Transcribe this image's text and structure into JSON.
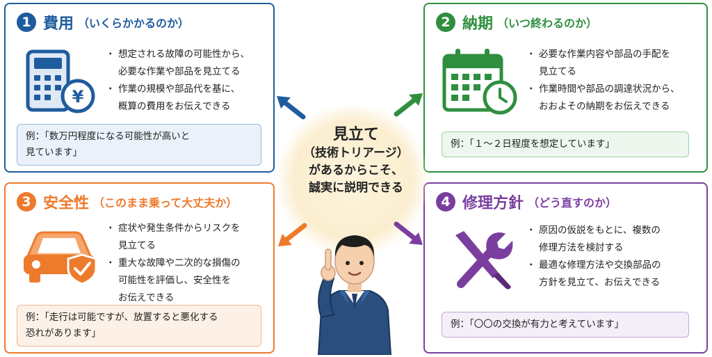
{
  "colors": {
    "card1": "#1f5c9e",
    "card2": "#2f8f3f",
    "card3": "#ee7a2c",
    "card4": "#7a3f9e"
  },
  "center": {
    "title": "見立て",
    "line2": "（技術トリアージ）",
    "line3": "があるからこそ、",
    "line4": "誠実に説明できる"
  },
  "cards": [
    {
      "number": "1",
      "title": "費用",
      "subtitle": "（いくらかかるのか）",
      "icon": "calculator-yen-icon",
      "bullets": [
        [
          "想定される故障の可能性から、",
          "必要な作業や部品を見立てる"
        ],
        [
          "作業の規模や部品代を基に、",
          "概算の費用をお伝えできる"
        ]
      ],
      "example": [
        "例：「数万円程度になる可能性が高いと",
        "見ています」"
      ]
    },
    {
      "number": "2",
      "title": "納期",
      "subtitle": "（いつ終わるのか）",
      "icon": "calendar-clock-icon",
      "bullets": [
        [
          "必要な作業内容や部品の手配を",
          "見立てる"
        ],
        [
          "作業時間や部品の調達状況から、",
          "おおよその納期をお伝えできる"
        ]
      ],
      "example": [
        "例：「１〜２日程度を想定しています」"
      ]
    },
    {
      "number": "3",
      "title": "安全性",
      "subtitle": "（このまま乗って大丈夫か）",
      "icon": "car-shield-icon",
      "bullets": [
        [
          "症状や発生条件からリスクを",
          "見立てる"
        ],
        [
          "重大な故障や二次的な損傷の",
          "可能性を評価し、安全性を",
          "お伝えできる"
        ]
      ],
      "example": [
        "例：「走行は可能ですが、放置すると悪化する",
        "恐れがあります」"
      ]
    },
    {
      "number": "4",
      "title": "修理方針",
      "subtitle": "（どう直すのか）",
      "icon": "wrench-screwdriver-icon",
      "bullets": [
        [
          "原因の仮説をもとに、複数の",
          "修理方法を検討する"
        ],
        [
          "最適な修理方法や交換部品の",
          "方針を見立て、お伝えできる"
        ]
      ],
      "example": [
        "例：「〇〇の交換が有力と考えています」"
      ]
    }
  ],
  "figure": {
    "icon": "mechanic-pointing-icon"
  }
}
